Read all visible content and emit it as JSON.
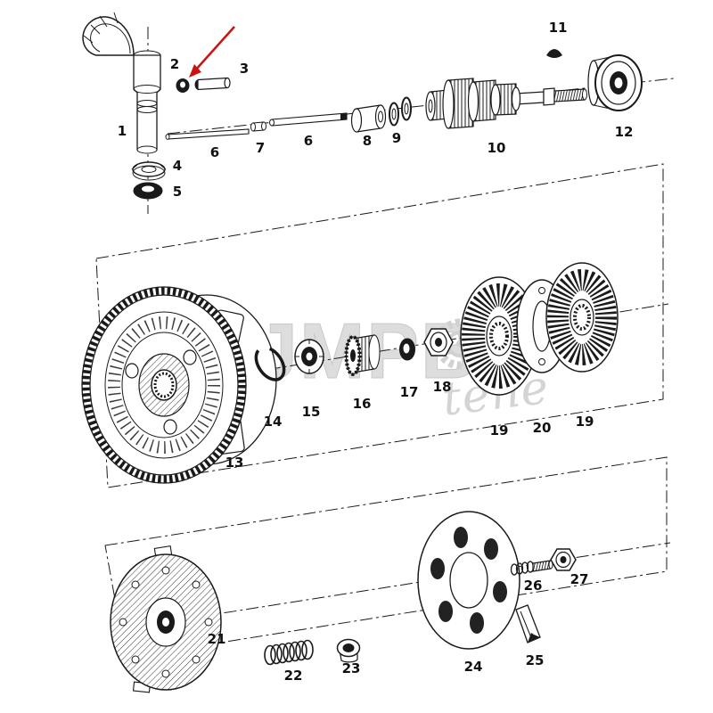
{
  "page": {
    "type": "exploded-parts-diagram",
    "subject": "clutch and transmission assembly exploded view",
    "background_color": "#ffffff",
    "line_color": "#1a1a1a"
  },
  "watermark": {
    "brand": "JMPB",
    "script": "tene",
    "color": "#dcdcdc"
  },
  "annotation": {
    "arrow_color": "#cc1111",
    "points_to_label": "2"
  },
  "labels": [
    "1",
    "2",
    "3",
    "4",
    "5",
    "6",
    "7",
    "6",
    "8",
    "9",
    "10",
    "11",
    "12",
    "13",
    "14",
    "15",
    "16",
    "17",
    "18",
    "19",
    "20",
    "19",
    "21",
    "22",
    "23",
    "24",
    "25",
    "26",
    "27"
  ]
}
